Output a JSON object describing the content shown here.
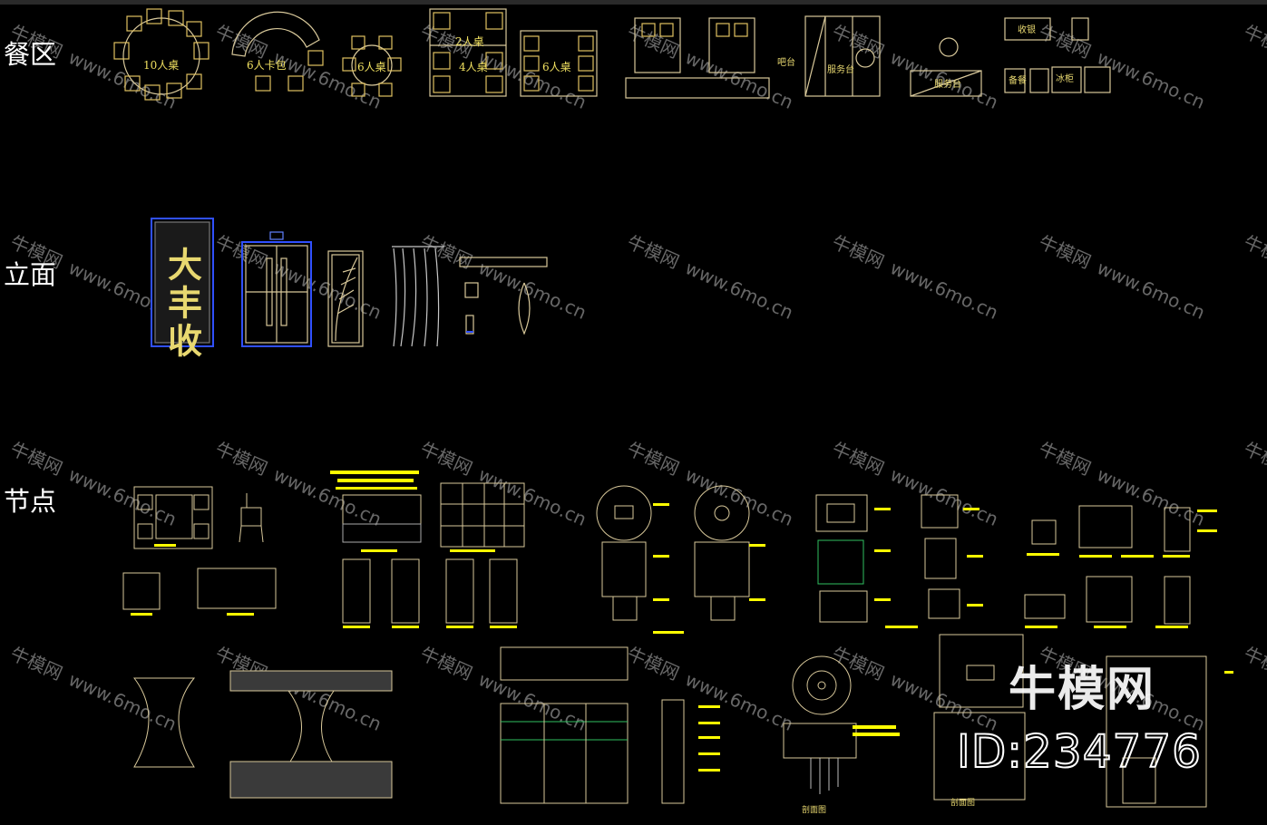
{
  "sections": {
    "dining": "餐区",
    "elevation": "立面",
    "node": "节点"
  },
  "tables": {
    "t10": "10人桌",
    "t6booth": "6人卡包",
    "t6a": "6人桌",
    "t2": "2人桌",
    "t4": "4人桌",
    "t6b": "6人桌"
  },
  "elevation_sign": "大丰收",
  "watermark": {
    "cn": "牛模网",
    "url": "www.6mo.cn"
  },
  "brand": {
    "name": "牛模网",
    "id": "ID:234776"
  },
  "colors": {
    "background": "#000000",
    "line": "#d8c89a",
    "yellow": "#ffff00",
    "blue": "#2040ff",
    "green": "#20c040",
    "watermark": "#8a8a8a",
    "text": "#ffffff"
  }
}
